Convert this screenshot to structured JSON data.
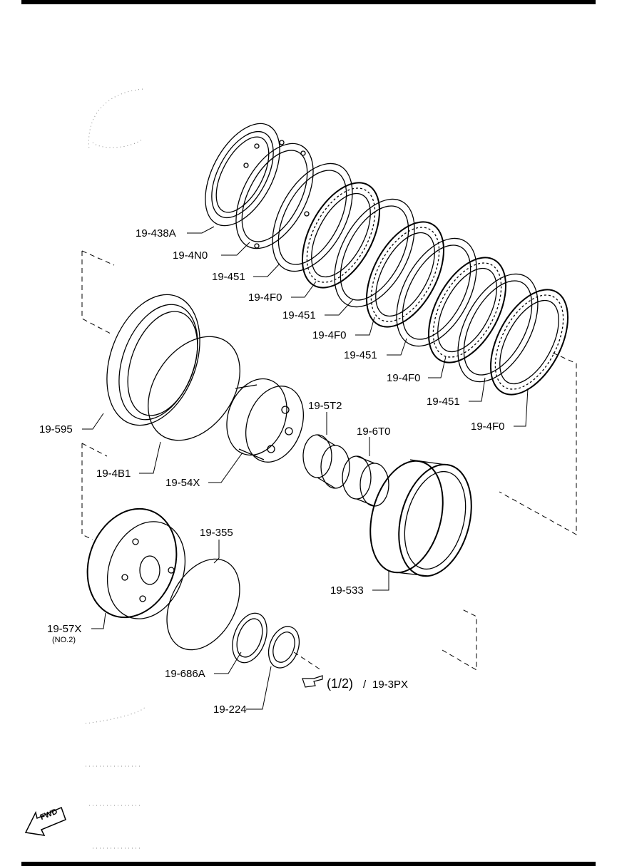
{
  "diagram": {
    "labels": {
      "p438A": "19-438A",
      "p4N0": "19-4N0",
      "p451_a": "19-451",
      "p4F0_a": "19-4F0",
      "p451_b": "19-451",
      "p4F0_b": "19-4F0",
      "p451_c": "19-451",
      "p4F0_c": "19-4F0",
      "p451_d": "19-451",
      "p4F0_d": "19-4F0",
      "p595": "19-595",
      "p4B1": "19-4B1",
      "p54X": "19-54X",
      "p5T2": "19-5T2",
      "p6T0": "19-6T0",
      "p355": "19-355",
      "p533": "19-533",
      "p57X": "19-57X",
      "p57X_note": "(NO.2)",
      "p686A": "19-686A",
      "p224": "19-224",
      "ref_page": "(1/2)",
      "ref_sep": "/",
      "ref_part": "19-3PX",
      "fwd": "FWD"
    },
    "icons": [
      "hand-pointer-icon",
      "fwd-arrow-icon"
    ],
    "colors": {
      "ink": "#000000",
      "paper": "#ffffff"
    }
  }
}
